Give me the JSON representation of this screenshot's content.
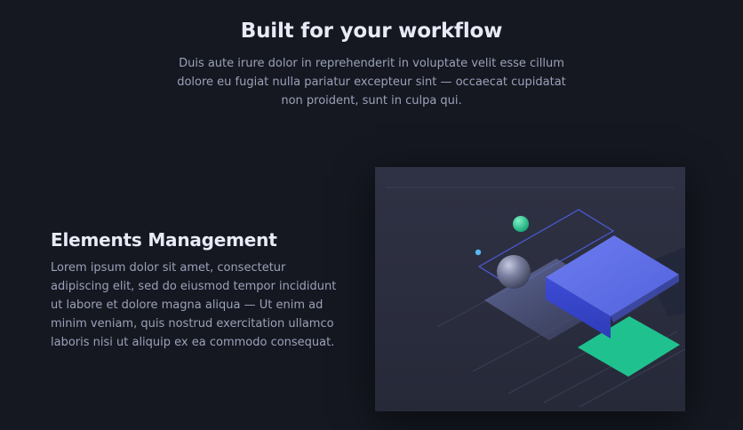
{
  "header": {
    "title": "Built for your workflow",
    "paragraph": "Duis aute irure dolor in reprehenderit in voluptate velit esse cillum dolore eu fugiat nulla pariatur excepteur sint — occaecat cupidatat non proident, sunt in culpa qui."
  },
  "feature": {
    "title": "Elements Management",
    "paragraph": "Lorem ipsum dolor sit amet, consectetur adipiscing elit, sed do eiusmod tempor incididunt ut labore et dolore magna aliqua — Ut enim ad minim veniam, quis nostrud exercitation ullamco laboris nisi ut aliquip ex ea commodo consequat."
  },
  "colors": {
    "background": "#151821",
    "panel": "#2a2d3d",
    "accent_blue": "#5b6ee6",
    "accent_green": "#1fc28e",
    "text_heading": "#e8eaf6",
    "text_body": "#9ba1b8"
  }
}
